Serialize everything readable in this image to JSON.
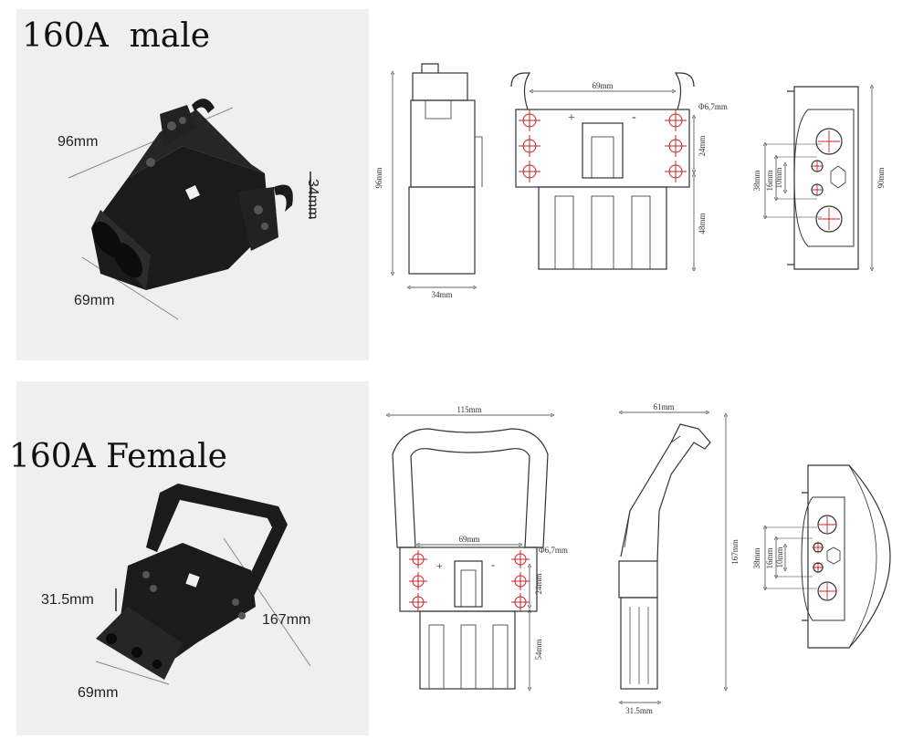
{
  "male": {
    "title": "160A  male",
    "photo_dims": {
      "length": "96mm",
      "height": "34mm",
      "width": "69mm"
    },
    "drawing_dims": {
      "side_height": "96mm",
      "side_width": "34mm",
      "front_hole_spacing": "69mm",
      "hole_diameter": "Φ6,7mm",
      "front_upper": "24mm",
      "front_lower": "48mm",
      "end_height": "90mm",
      "end_outer": "38mm",
      "end_mid": "16mm",
      "end_inner": "10mm",
      "plus": "+",
      "minus": "-"
    }
  },
  "female": {
    "title": "160A Female",
    "photo_dims": {
      "thickness": "31.5mm",
      "length": "167mm",
      "width": "69mm"
    },
    "drawing_dims": {
      "handle_width": "115mm",
      "front_hole_spacing": "69mm",
      "hole_diameter": "Φ6,7mm",
      "front_upper": "24mm",
      "front_lower": "54mm",
      "side_top": "61mm",
      "side_height": "167mm",
      "side_width": "31.5mm",
      "end_outer": "38mm",
      "end_mid": "16mm",
      "end_inner": "10mm",
      "plus": "+",
      "minus": "-"
    }
  },
  "colors": {
    "panel": "#efefef",
    "connector": "#1b1b1b",
    "line": "#333333",
    "hole": "#cc2222"
  }
}
